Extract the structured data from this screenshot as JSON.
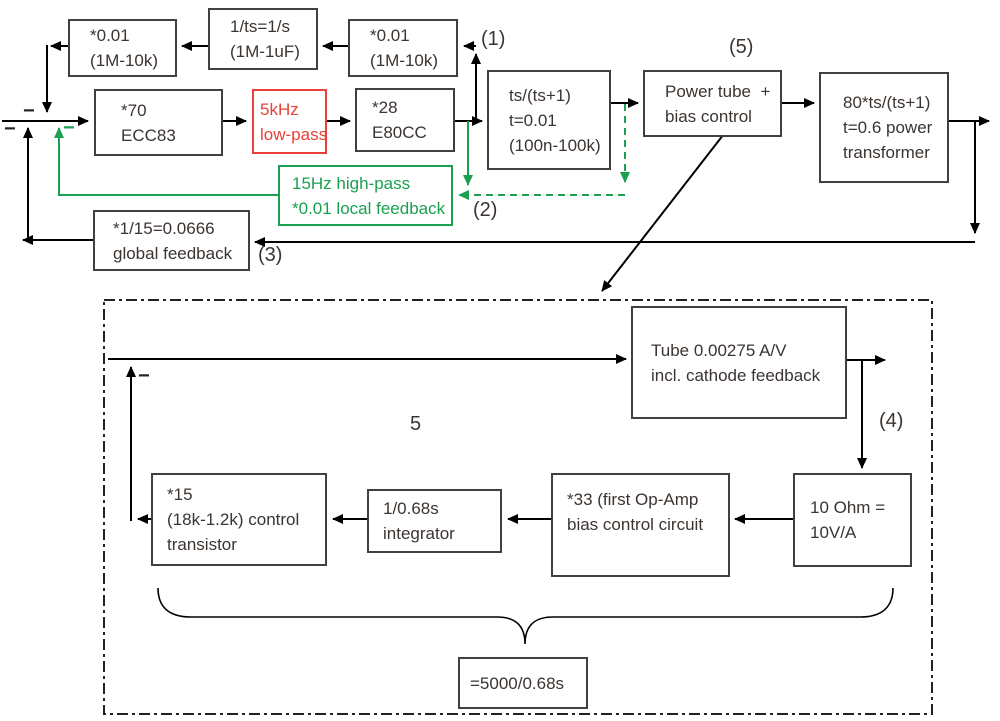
{
  "diagram": {
    "title_hint": "tube amplifier feedback block diagram",
    "colors": {
      "line": "#000000",
      "box_border": "#404040",
      "text": "#3b3430",
      "red_accent": "#e8403a",
      "green_accent": "#1aa050"
    },
    "minus": "−",
    "labels": {
      "n1": "(1)",
      "n2": "(2)",
      "n3": "(3)",
      "n4": "(4)",
      "n5": "(5)",
      "inner5": "5"
    },
    "blocks": {
      "fb001_left": {
        "lines": [
          "*0.01",
          "(1M-10k)"
        ]
      },
      "ts_integrator": {
        "lines": [
          "1/ts=1/s",
          "(1M-1uF)"
        ]
      },
      "fb001_right": {
        "lines": [
          "*0.01",
          "(1M-10k)"
        ]
      },
      "ecc83": {
        "lines": [
          "*70",
          "ECC83"
        ]
      },
      "lowpass": {
        "lines": [
          "5kHz",
          "low-pass"
        ]
      },
      "e80cc": {
        "lines": [
          "*28",
          "E80CC"
        ]
      },
      "ts_highpass": {
        "lines": [
          "ts/(ts+1)",
          "t=0.01",
          "(100n-100k)"
        ]
      },
      "power_tube": {
        "lines": [
          "Power tube  +",
          "bias control"
        ]
      },
      "transformer": {
        "lines": [
          "80*ts/(ts+1)",
          "t=0.6 power",
          "transformer"
        ]
      },
      "local_feedback": {
        "lines": [
          "15Hz high-pass",
          "*0.01 local feedback"
        ]
      },
      "global_feedback": {
        "lines": [
          "*1/15=0.0666",
          "global feedback"
        ]
      },
      "tube_detail": {
        "lines": [
          "Tube 0.00275 A/V",
          "incl. cathode feedback"
        ]
      },
      "shunt": {
        "lines": [
          "10 Ohm =",
          "10V/A"
        ]
      },
      "opamp": {
        "lines": [
          "*33 (first Op-Amp",
          "bias control circuit"
        ]
      },
      "integrator": {
        "lines": [
          "1/0.68s",
          "integrator"
        ]
      },
      "transistor": {
        "lines": [
          "*15",
          "(18k-1.2k) control",
          "transistor"
        ]
      },
      "loop_gain": {
        "lines": [
          "=5000/0.68s"
        ]
      }
    }
  }
}
